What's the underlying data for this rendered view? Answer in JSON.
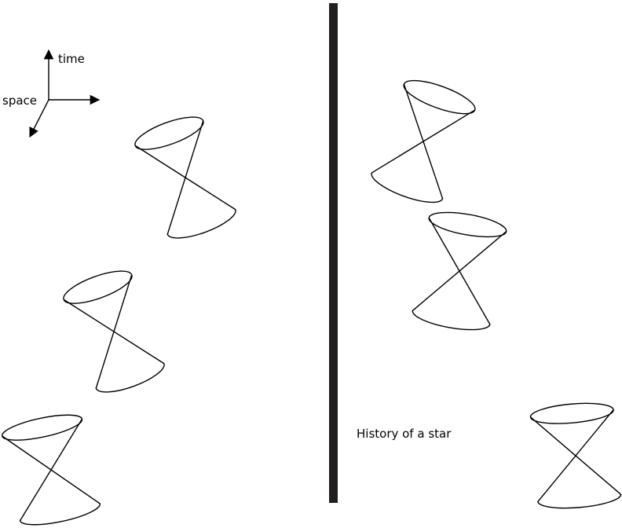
{
  "axes": {
    "time_label": "time",
    "space_label": "space"
  },
  "caption": "History of a star",
  "colors": {
    "ink": "#000000",
    "star_worldline": "#231f20",
    "background": "#ffffff"
  },
  "light_cones": {
    "left_region_count": 3,
    "right_region_count": 3
  }
}
